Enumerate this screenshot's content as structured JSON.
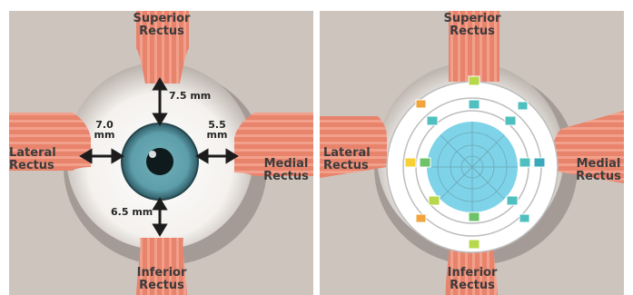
{
  "left_panel": {
    "superior_rectus": [
      "Superior",
      "Rectus"
    ],
    "lateral_rectus": [
      "Lateral",
      "Rectus"
    ],
    "medial_rectus": [
      "Medial",
      "Rectus"
    ],
    "inferior_rectus": [
      "Inferior",
      "Rectus"
    ],
    "measurements": {
      "superior": "7.5 mm",
      "lateral": [
        "7.0",
        "mm"
      ],
      "medial": [
        "5.5",
        "mm"
      ],
      "inferior": "6.5 mm"
    }
  },
  "right_panel": {
    "superior_rectus": [
      "Superior",
      "Rectus"
    ],
    "lateral_rectus": [
      "Lateral",
      "Rectus"
    ],
    "medial_rectus": [
      "Medial",
      "Rectus"
    ],
    "inferior_rectus": [
      "Inferior",
      "Rectus"
    ],
    "marker_colors": [
      "#f2a33a",
      "#f7d033",
      "#b7d84a",
      "#6ec26a",
      "#4fbfbf",
      "#3aa8b8"
    ]
  },
  "colors": {
    "background": "#cdc4bd",
    "muscle": "#e8836c",
    "sclera": "#ffffff",
    "iris": "#5c9eaa",
    "cornea_map": "#7fd3e8"
  }
}
